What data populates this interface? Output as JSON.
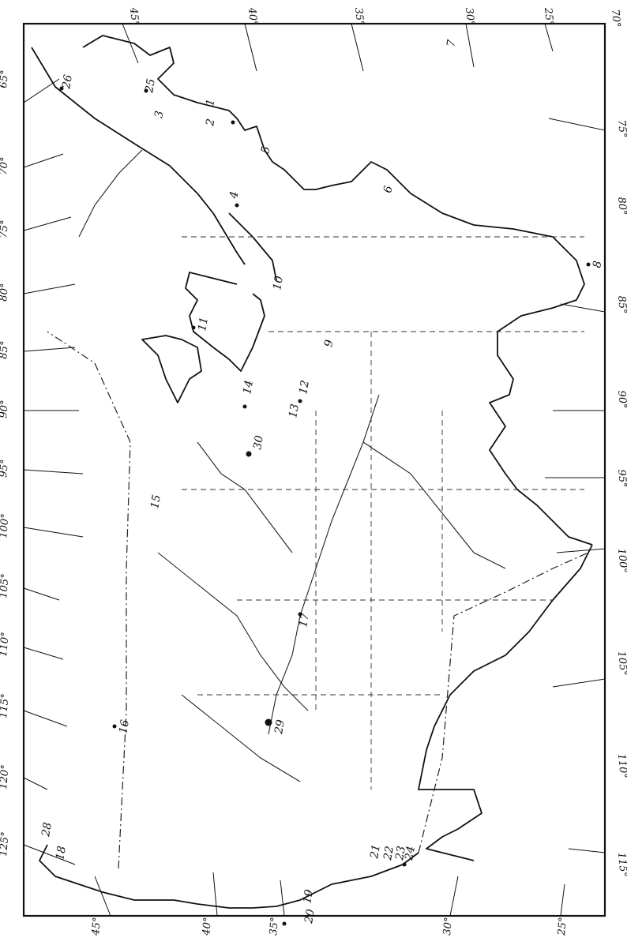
{
  "labels": {
    "top_longitudes": [
      "65°",
      "70°",
      "75°",
      "80°",
      "85°",
      "90°",
      "95°",
      "100°",
      "105°",
      "110°",
      "115°",
      "120°",
      "125°"
    ],
    "bottom_longitudes": [
      "75°",
      "80°",
      "85°",
      "90°",
      "95°",
      "100°",
      "105°",
      "110°",
      "115°"
    ],
    "left_latitudes": [
      "45°",
      "40°",
      "35°",
      "30°",
      "25°"
    ],
    "right_latitudes": [
      "45°",
      "40°",
      "35°",
      "30°",
      "25°"
    ],
    "corner": "70°"
  },
  "sites": [
    "1",
    "2",
    "3",
    "4",
    "5",
    "6",
    "7",
    "8",
    "9",
    "10",
    "11",
    "12",
    "13",
    "14",
    "15",
    "16",
    "17",
    "18",
    "19",
    "20",
    "21",
    "22",
    "23",
    "24",
    "25",
    "26",
    "28",
    "29",
    "30"
  ]
}
